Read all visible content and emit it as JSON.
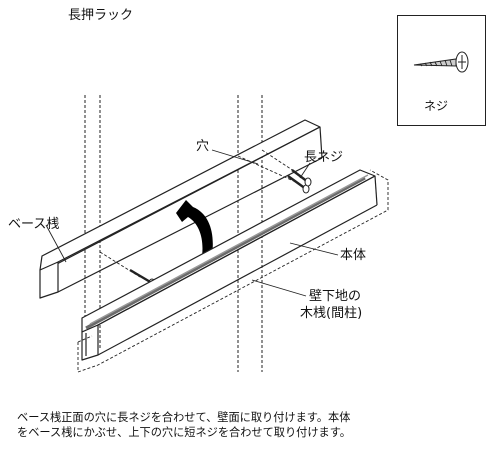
{
  "title": "長押ラック",
  "inset": {
    "label": "ネジ",
    "icon": "screw-icon"
  },
  "labels": {
    "hole": "穴",
    "long_screw": "長ネジ",
    "base_rail": "ベース桟",
    "body": "本体",
    "stud_line1": "壁下地の",
    "stud_line2": "木桟(間柱)"
  },
  "caption": {
    "line1": "ベース桟正面の穴に長ネジを合わせて、壁面に取り付けます。本体",
    "line2": "をベース桟にかぶせ、上下の穴に短ネジを合わせて取り付けます。"
  },
  "colors": {
    "line": "#222222",
    "body_stripe": "#6a6a6a",
    "arrow": "#000000"
  }
}
